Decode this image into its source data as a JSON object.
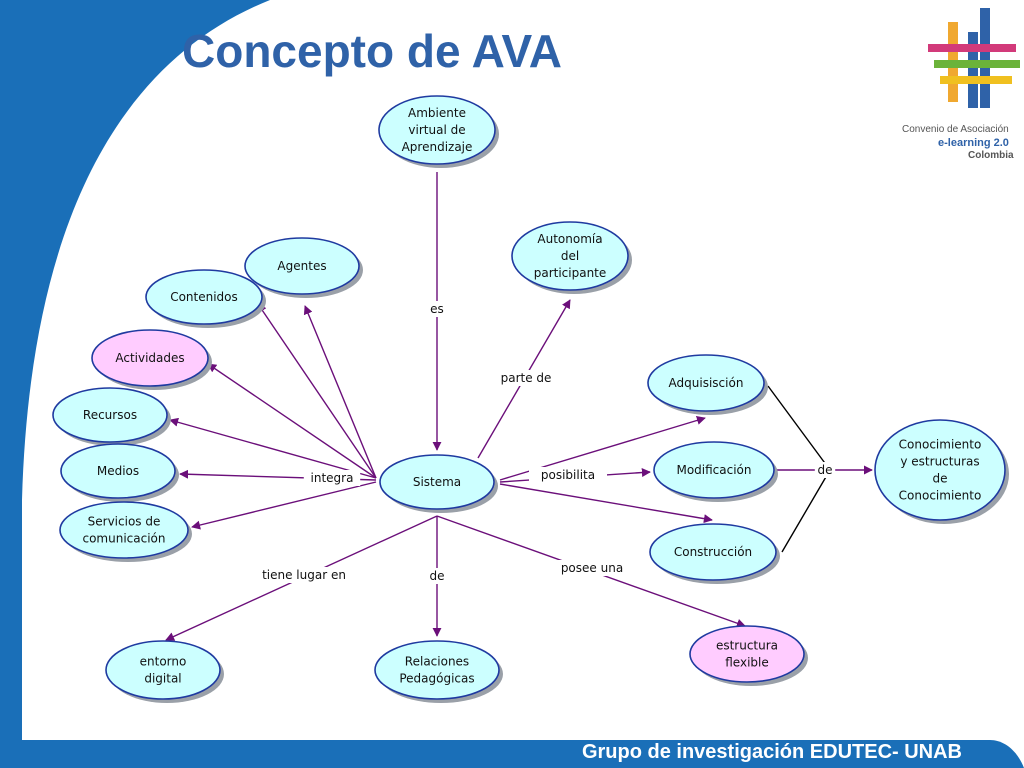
{
  "slide": {
    "title": "Concepto de AVA",
    "footer": "Grupo de investigación EDUTEC- UNAB",
    "logo": {
      "icon": "woven-ribbons-logo",
      "line1": "Convenio de Asociación",
      "line2": "e-learning 2.0",
      "line3": "Colombia"
    }
  },
  "colors": {
    "accent": "#1a6fb8",
    "title": "#2f62a8",
    "node_cyan": "#ccffff",
    "node_pink": "#ffccff",
    "node_border": "#1f3aa0",
    "arrow": "#6b0f7a"
  },
  "nodes": {
    "ambiente": [
      "Ambiente",
      "virtual de",
      "Aprendizaje"
    ],
    "autonomia": [
      "Autonomía",
      "del",
      "participante"
    ],
    "agentes": [
      "Agentes"
    ],
    "contenidos": [
      "Contenidos"
    ],
    "actividades": [
      "Actividades"
    ],
    "recursos": [
      "Recursos"
    ],
    "medios": [
      "Medios"
    ],
    "servicios": [
      "Servicios de",
      "comunicación"
    ],
    "sistema": [
      "Sistema"
    ],
    "adquisicion": [
      "Adquisisción"
    ],
    "modificacion": [
      "Modificación"
    ],
    "construccion": [
      "Construcción"
    ],
    "conocimiento": [
      "Conocimiento",
      "y estructuras",
      "de",
      "Conocimiento"
    ],
    "entorno": [
      "entorno",
      "digital"
    ],
    "relaciones": [
      "Relaciones",
      "Pedagógicas"
    ],
    "estructura": [
      "estructura",
      "flexible"
    ]
  },
  "links": {
    "es": "es",
    "parte_de": "parte de",
    "integra": "integra",
    "posibilita": "posibilita",
    "de_conocimiento": "de",
    "tiene_lugar_en": "tiene lugar en",
    "de_relaciones": "de",
    "posee_una": "posee una"
  }
}
